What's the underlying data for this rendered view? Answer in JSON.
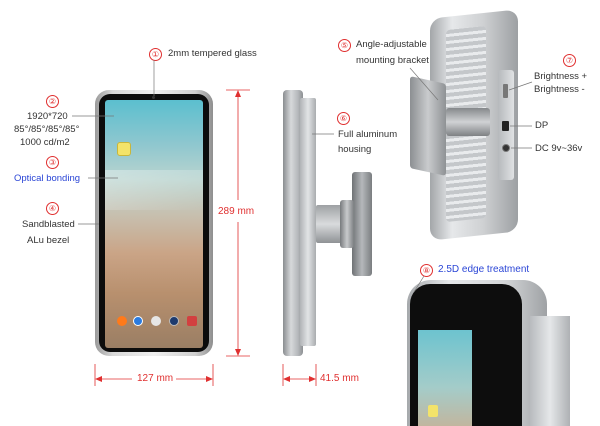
{
  "callouts": [
    {
      "num": "①",
      "label": "2mm tempered glass"
    },
    {
      "num": "②",
      "lines": [
        "1920*720",
        "85°/85°/85°/85°",
        "1000 cd/m2"
      ]
    },
    {
      "num": "③",
      "label": "Optical bonding"
    },
    {
      "num": "④",
      "lines": [
        "Sandblasted",
        "ALu bezel"
      ]
    },
    {
      "num": "⑤",
      "lines": [
        "Angle-adjustable",
        "mounting bracket"
      ]
    },
    {
      "num": "⑥",
      "lines": [
        "Full aluminum",
        "housing"
      ]
    },
    {
      "num": "⑦",
      "lines": [
        "Brightness +",
        "Brightness -"
      ]
    },
    {
      "num": "⑧",
      "label": "2.5D edge treatment"
    }
  ],
  "ports": {
    "dp": "DP",
    "dc": "DC 9v~36v"
  },
  "dimensions": {
    "height": "289 mm",
    "width": "127 mm",
    "depth": "41.5 mm"
  },
  "colors": {
    "accent_red": "#e03030",
    "accent_blue": "#2b46d6",
    "housing": "#c9ccd0"
  },
  "icons": [
    "app-folder-icon",
    "phone-dock-icon",
    "browser-dock-icon",
    "camera-dock-icon",
    "gallery-dock-icon"
  ]
}
